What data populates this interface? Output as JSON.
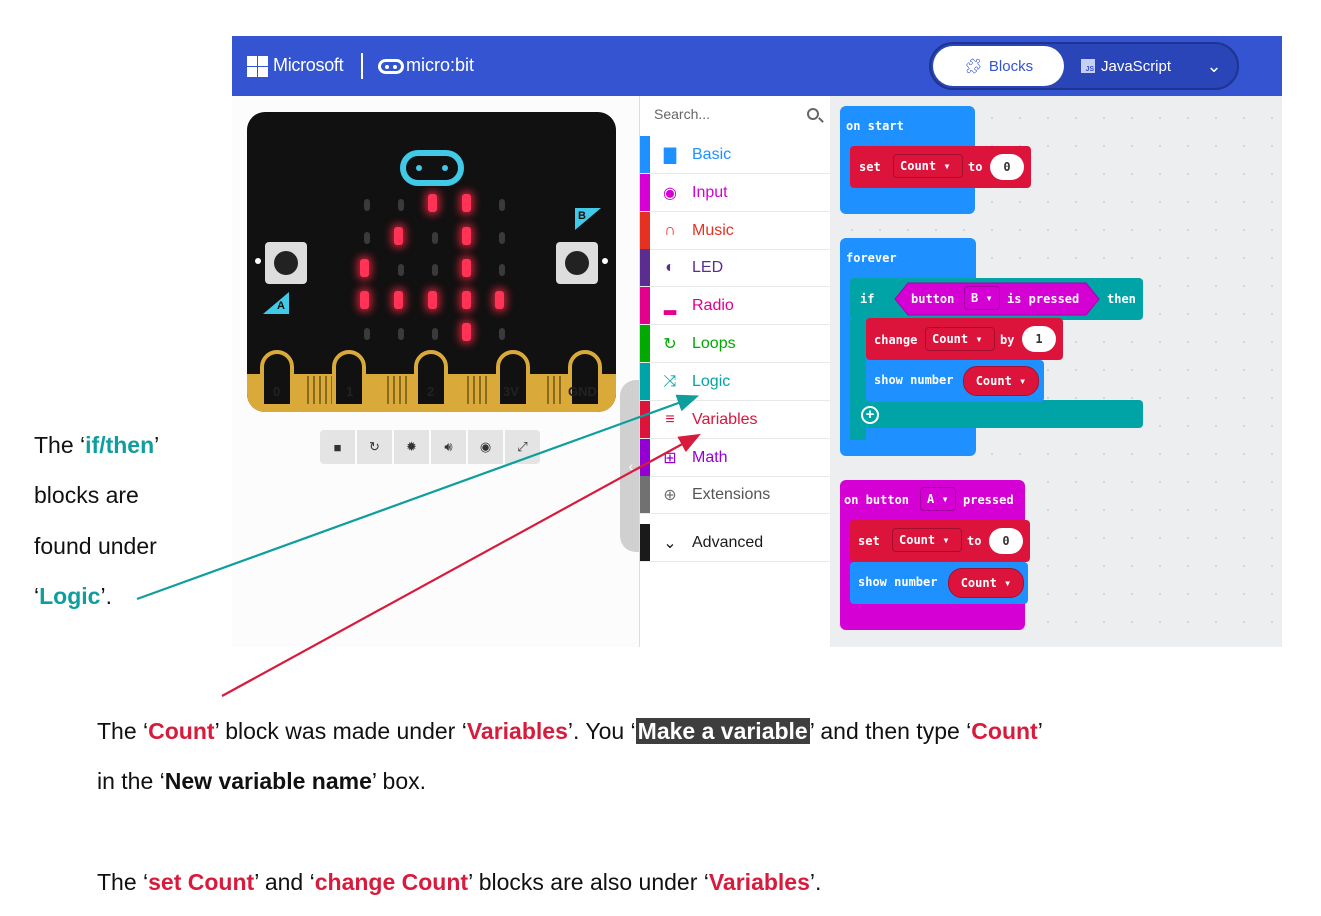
{
  "header": {
    "brand_microsoft": "Microsoft",
    "brand_microbit": "micro:bit",
    "tab_blocks": "Blocks",
    "tab_javascript": "JavaScript",
    "js_badge": "JS"
  },
  "simulator": {
    "button_a": "A",
    "button_b": "B",
    "pins": [
      "0",
      "1",
      "2",
      "3V",
      "GND"
    ],
    "toolbar_icons": [
      "stop-icon",
      "restart-icon",
      "debug-icon",
      "mute-icon",
      "screenshot-icon",
      "fullscreen-icon"
    ]
  },
  "toolbox": {
    "search_placeholder": "Search...",
    "categories": [
      {
        "label": "Basic",
        "color": "#1e90ff",
        "icon": "grid-icon"
      },
      {
        "label": "Input",
        "color": "#d400d4",
        "icon": "target-icon"
      },
      {
        "label": "Music",
        "color": "#e63022",
        "icon": "headphones-icon"
      },
      {
        "label": "LED",
        "color": "#5c2d91",
        "icon": "toggle-icon"
      },
      {
        "label": "Radio",
        "color": "#e3008c",
        "icon": "signal-icon"
      },
      {
        "label": "Loops",
        "color": "#00aa00",
        "icon": "loop-icon"
      },
      {
        "label": "Logic",
        "color": "#00a4a6",
        "icon": "shuffle-icon"
      },
      {
        "label": "Variables",
        "color": "#dc143c",
        "icon": "list-icon"
      },
      {
        "label": "Math",
        "color": "#9400d3",
        "icon": "calculator-icon"
      },
      {
        "label": "Extensions",
        "color": "#717171",
        "icon": "plus-circle-icon"
      },
      {
        "label": "Advanced",
        "color": "#1a1a1a",
        "icon": "chevron-down-icon"
      }
    ]
  },
  "blocks": {
    "on_start": "on start",
    "set": "set",
    "count": "Count",
    "to": "to",
    "zero": "0",
    "forever": "forever",
    "if": "if",
    "button": "button",
    "b": "B",
    "is_pressed": "is pressed",
    "then": "then",
    "change": "change",
    "by": "by",
    "one": "1",
    "show_number": "show number",
    "on_button": "on button",
    "a": "A",
    "pressed": "pressed"
  },
  "annotations": {
    "left": {
      "l1_a": "The ‘",
      "l1_b": "if/then",
      "l1_c": "’",
      "l2": "blocks are",
      "l3": "found under",
      "l4_a": "‘",
      "l4_b": "Logic",
      "l4_c": "’."
    },
    "bottom1": {
      "a": "The ‘",
      "b": "Count",
      "c": "’ block was made under ‘",
      "d": "Variables",
      "e": "’. You ‘",
      "f": "Make a variable",
      "g": "’ and then type ‘",
      "h": "Count",
      "i": "’"
    },
    "bottom2": {
      "a": "in the ‘",
      "b": "New variable name",
      "c": "’ box."
    },
    "bottom3": {
      "a": "The ‘",
      "b": "set Count",
      "c": "’ and ‘",
      "d": "change Count",
      "e": "’ blocks are also under ‘",
      "f": "Variables",
      "g": "’."
    },
    "colors": {
      "teal": "#0e9e9e",
      "red": "#d81b3c"
    }
  }
}
